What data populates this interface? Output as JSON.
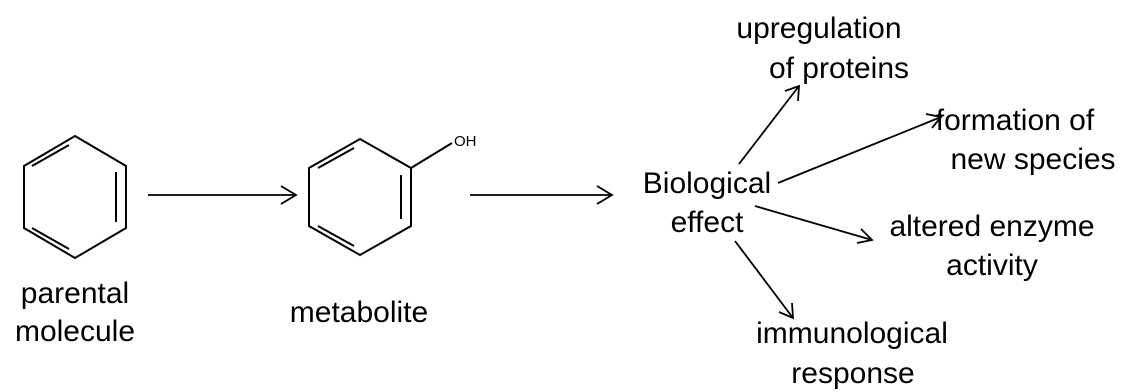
{
  "colors": {
    "ink": "#000000",
    "background": "#ffffff"
  },
  "molecules": {
    "parent": {
      "label_line1": "parental",
      "label_line2": "molecule"
    },
    "metabolite": {
      "label": "metabolite",
      "substituent": "OH"
    }
  },
  "center": {
    "line1": "Biological",
    "line2": "effect"
  },
  "effects": {
    "upregulation": {
      "line1": "upregulation",
      "line2": "of proteins"
    },
    "new_species": {
      "line1": "formation of",
      "line2": "new species"
    },
    "enzyme": {
      "line1": "altered enzyme",
      "line2": "activity"
    },
    "immuno": {
      "line1": "immunological",
      "line2": "response"
    }
  }
}
